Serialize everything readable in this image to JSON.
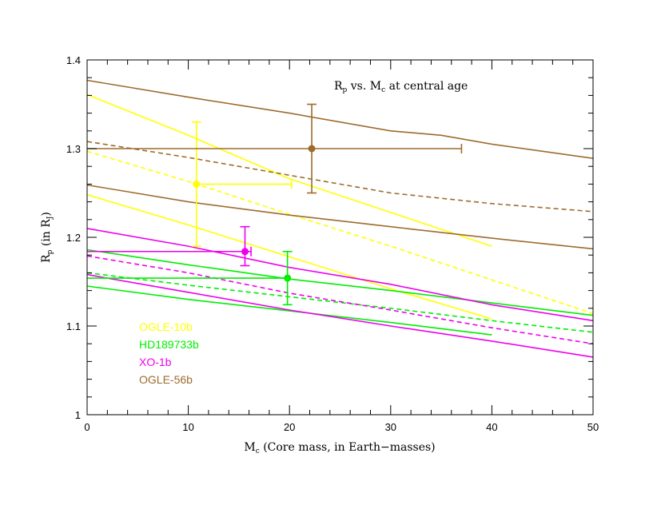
{
  "chart_data": {
    "type": "line",
    "title": "",
    "annotation": {
      "main": "R",
      "sub": "p",
      "mid": " vs. M",
      "sub2": "c",
      "tail": " at central age"
    },
    "xlabel": {
      "main": "M",
      "sub": "c",
      "tail": " (Core mass, in Earth−masses)"
    },
    "ylabel": {
      "main": "R",
      "sub": "p",
      "mid": " (in R",
      "sub2": "J",
      "tail": ")"
    },
    "xlim": [
      0,
      50
    ],
    "ylim": [
      1,
      1.4
    ],
    "xticks": [
      0,
      10,
      20,
      30,
      40,
      50
    ],
    "xtick_labels": [
      "0",
      "10",
      "20",
      "30",
      "40",
      "50"
    ],
    "yticks": [
      1,
      1.1,
      1.2,
      1.3,
      1.4
    ],
    "ytick_labels": [
      "1",
      "1.1",
      "1.2",
      "1.3",
      "1.4"
    ],
    "grid": false,
    "legend_position": "lower-left",
    "legend": [
      {
        "label": "OGLE-10b",
        "color": "#ffff00"
      },
      {
        "label": "HD189733b",
        "color": "#00ee00"
      },
      {
        "label": "XO-1b",
        "color": "#ee00ee"
      },
      {
        "label": "OGLE-56b",
        "color": "#9e6b2e"
      }
    ],
    "series": [
      {
        "planet": "OGLE-10b",
        "color": "#ffff00",
        "style": "solid",
        "x": [
          0,
          10,
          20,
          30,
          40
        ],
        "y": [
          1.361,
          1.315,
          1.266,
          1.228,
          1.19
        ]
      },
      {
        "planet": "OGLE-10b",
        "color": "#ffff00",
        "style": "dashed",
        "x": [
          0,
          10,
          20,
          30,
          40,
          50
        ],
        "y": [
          1.297,
          1.263,
          1.226,
          1.19,
          1.152,
          1.114
        ]
      },
      {
        "planet": "OGLE-10b",
        "color": "#ffff00",
        "style": "solid",
        "x": [
          0,
          10,
          20,
          30,
          40
        ],
        "y": [
          1.248,
          1.214,
          1.178,
          1.142,
          1.108
        ]
      },
      {
        "planet": "HD189733b",
        "color": "#00ee00",
        "style": "solid",
        "x": [
          0,
          10,
          20,
          30,
          40,
          50
        ],
        "y": [
          1.186,
          1.169,
          1.153,
          1.14,
          1.126,
          1.112
        ]
      },
      {
        "planet": "HD189733b",
        "color": "#00ee00",
        "style": "dashed",
        "x": [
          0,
          10,
          20,
          30,
          40,
          50
        ],
        "y": [
          1.16,
          1.146,
          1.133,
          1.12,
          1.106,
          1.093
        ]
      },
      {
        "planet": "HD189733b",
        "color": "#00ee00",
        "style": "solid",
        "x": [
          0,
          10,
          20,
          30,
          40
        ],
        "y": [
          1.145,
          1.13,
          1.117,
          1.104,
          1.09
        ]
      },
      {
        "planet": "XO-1b",
        "color": "#ee00ee",
        "style": "solid",
        "x": [
          0,
          10,
          20,
          30,
          40,
          50
        ],
        "y": [
          1.21,
          1.19,
          1.166,
          1.147,
          1.124,
          1.106
        ]
      },
      {
        "planet": "XO-1b",
        "color": "#ee00ee",
        "style": "dashed",
        "x": [
          0,
          10,
          20,
          30,
          40,
          50
        ],
        "y": [
          1.179,
          1.16,
          1.137,
          1.118,
          1.098,
          1.08
        ]
      },
      {
        "planet": "XO-1b",
        "color": "#ee00ee",
        "style": "solid",
        "x": [
          0,
          10,
          20,
          30,
          40,
          50
        ],
        "y": [
          1.158,
          1.138,
          1.118,
          1.1,
          1.083,
          1.065
        ]
      },
      {
        "planet": "OGLE-56b",
        "color": "#9e6b2e",
        "style": "solid",
        "x": [
          0,
          10,
          20,
          30,
          35,
          40,
          50
        ],
        "y": [
          1.377,
          1.358,
          1.34,
          1.32,
          1.315,
          1.305,
          1.289
        ]
      },
      {
        "planet": "OGLE-56b",
        "color": "#9e6b2e",
        "style": "dashed",
        "x": [
          0,
          10,
          20,
          30,
          40,
          50
        ],
        "y": [
          1.308,
          1.29,
          1.27,
          1.25,
          1.238,
          1.229
        ]
      },
      {
        "planet": "OGLE-56b",
        "color": "#9e6b2e",
        "style": "solid",
        "x": [
          0,
          10,
          20,
          30,
          40,
          50
        ],
        "y": [
          1.259,
          1.24,
          1.225,
          1.212,
          1.199,
          1.187
        ]
      }
    ],
    "points": [
      {
        "planet": "OGLE-10b",
        "color": "#ffff00",
        "x": 10.8,
        "y": 1.26,
        "x_err": [
          10.8,
          20.2
        ],
        "y_err": [
          1.19,
          1.33
        ]
      },
      {
        "planet": "HD189733b",
        "color": "#00ee00",
        "x": 19.8,
        "y": 1.154,
        "x_err": [
          0,
          19.8
        ],
        "y_err": [
          1.124,
          1.184
        ]
      },
      {
        "planet": "XO-1b",
        "color": "#ee00ee",
        "x": 15.6,
        "y": 1.184,
        "x_err": [
          0,
          16.2
        ],
        "y_err": [
          1.168,
          1.212
        ]
      },
      {
        "planet": "OGLE-56b",
        "color": "#9e6b2e",
        "x": 22.2,
        "y": 1.3,
        "x_err": [
          0,
          37
        ],
        "y_err": [
          1.25,
          1.35
        ]
      }
    ]
  }
}
